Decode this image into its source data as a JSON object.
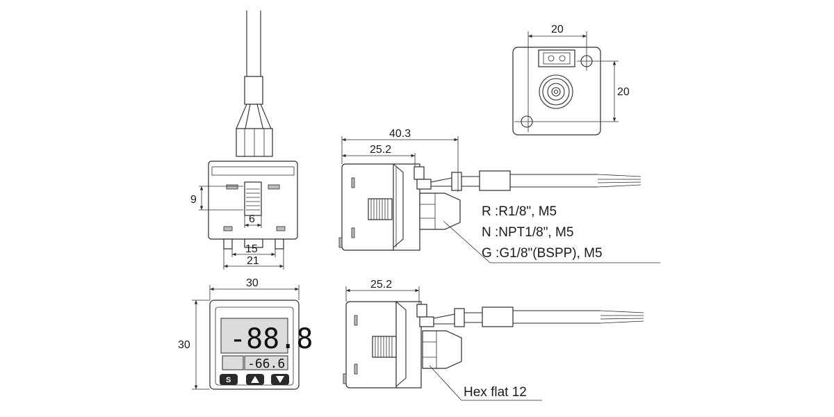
{
  "dimensions": {
    "top_view_width": "20",
    "top_view_height": "20",
    "overall_length": "40.3",
    "body_length_side": "25.2",
    "height_9": "9",
    "width_6": "6",
    "width_15": "15",
    "width_21": "21",
    "front_width": "30",
    "front_height": "30",
    "body_length_side_lower": "25.2"
  },
  "port_options": {
    "r": "R :R1/8\", M5",
    "n": "N :NPT1/8\", M5",
    "g": "G :G1/8\"(BSPP), M5"
  },
  "hex_note": "Hex flat 12",
  "display": {
    "main_reading": "-88.8",
    "sub_reading": "-66.6"
  },
  "buttons": {
    "set_label": "S",
    "up_icon": "triangle-up-icon",
    "down_icon": "triangle-down-icon"
  }
}
